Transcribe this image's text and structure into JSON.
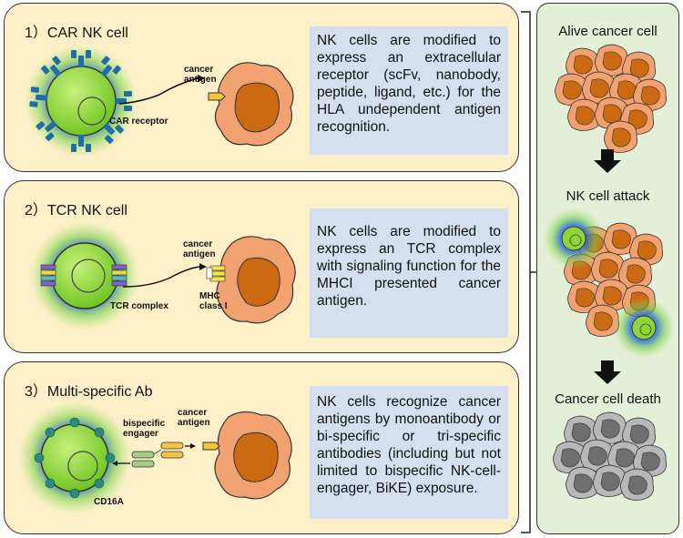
{
  "panels": [
    {
      "title": "1）CAR NK cell",
      "description": "NK cells are modified to express an extracellular receptor (scFv, nanobody, peptide, ligand, etc.) for the HLA undependent  antigen recognition.",
      "labels": {
        "antigen": "cancer\nantigen",
        "receptor": "CAR receptor"
      }
    },
    {
      "title": "2）TCR NK cell",
      "description": "NK cells are modified to express an TCR complex with signaling function for the MHCI presented cancer antigen.",
      "labels": {
        "antigen": "cancer\nantigen",
        "receptor": "TCR complex",
        "mhc": "MHC\nclass I"
      }
    },
    {
      "title": "3）Multi-specific Ab",
      "description": "NK cells recognize cancer antigens by monoantibody or bi-specific or tri-specific antibodies (including but not limited to bispecific NK-cell-engager, BiKE) exposure.",
      "labels": {
        "engager": "bispecific\nengager",
        "antigen": "cancer\nantigen",
        "receptor": "CD16A"
      }
    }
  ],
  "right_panel": {
    "step1": "Alive cancer cell",
    "step2": "NK cell attack",
    "step3": "Cancer cell death"
  },
  "colors": {
    "panel_bg": "#fdf0c8",
    "desc_bg": "#d5dff0",
    "right_bg": "#e4efd7",
    "nk_cell": "#8ed53a",
    "cancer_outer": "#f2a271",
    "cancer_nucleus": "#cc6a14",
    "dead_cell": "#a6a6a6"
  }
}
